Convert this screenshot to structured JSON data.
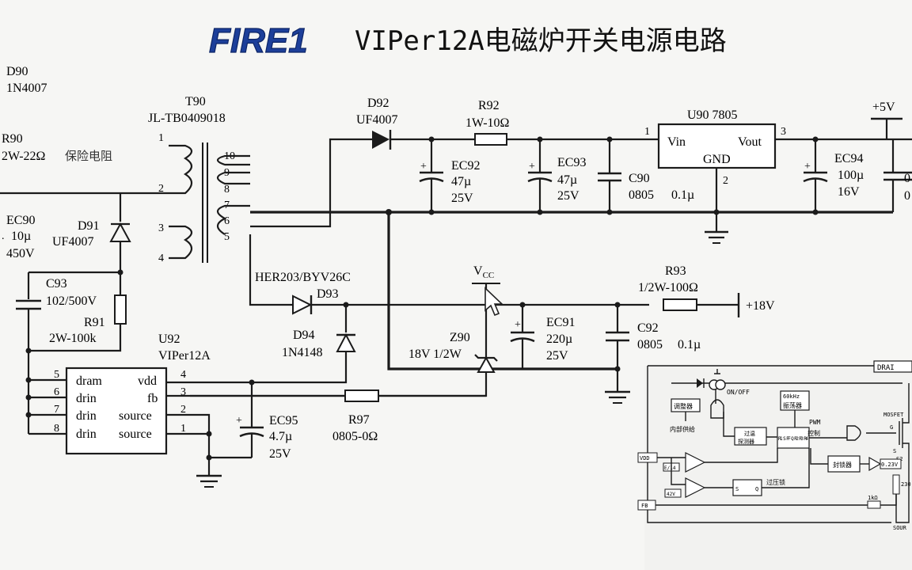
{
  "header": {
    "logo_text": "FIRE1",
    "title": "VIPer12A电磁炉开关电源电路"
  },
  "components": {
    "d90": {
      "ref": "D90",
      "part": "1N4007"
    },
    "r90": {
      "ref": "R90",
      "value": "2W-22Ω",
      "note": "保险电阻"
    },
    "ec90": {
      "ref": "EC90",
      "cap": "10µ",
      "volt": "450V"
    },
    "t90": {
      "ref": "T90",
      "part": "JL-TB0409018",
      "pins": [
        "1",
        "2",
        "3",
        "4",
        "10",
        "9",
        "8",
        "7",
        "6",
        "5"
      ]
    },
    "d91": {
      "ref": "D91",
      "part": "UF4007"
    },
    "c93": {
      "ref": "C93",
      "value": "102/500V"
    },
    "r91": {
      "ref": "R91",
      "value": "2W-100k"
    },
    "u92": {
      "ref": "U92",
      "part": "VIPer12A",
      "left_pins": [
        "5",
        "6",
        "7",
        "8"
      ],
      "left_names": [
        "dram",
        "drin",
        "drin",
        "drin"
      ],
      "right_pins": [
        "4",
        "3",
        "2",
        "1"
      ],
      "right_names": [
        "vdd",
        "fb",
        "source",
        "source"
      ]
    },
    "d92": {
      "ref": "D92",
      "part": "UF4007"
    },
    "r92": {
      "ref": "R92",
      "value": "1W-10Ω"
    },
    "ec92": {
      "ref": "EC92",
      "cap": "47µ",
      "volt": "25V"
    },
    "ec93": {
      "ref": "EC93",
      "cap": "47µ",
      "volt": "25V"
    },
    "c90": {
      "ref": "C90",
      "pkg": "0805",
      "cap": "0.1µ"
    },
    "u90": {
      "ref": "U90 7805",
      "vin": "Vin",
      "vout": "Vout",
      "gnd": "GND",
      "pin1": "1",
      "pin2": "2",
      "pin3": "3"
    },
    "ec94": {
      "ref": "EC94",
      "cap": "100µ",
      "volt": "16V"
    },
    "rail_5v": "+5V",
    "d93": {
      "ref": "D93",
      "part": "HER203/BYV26C"
    },
    "d94": {
      "ref": "D94",
      "part": "1N4148"
    },
    "vcc": {
      "base": "V",
      "sub": "CC"
    },
    "z90": {
      "ref": "Z90",
      "value": "18V 1/2W"
    },
    "ec91": {
      "ref": "EC91",
      "cap": "220µ",
      "volt": "25V"
    },
    "c92": {
      "ref": "C92",
      "pkg": "0805",
      "cap": "0.1µ"
    },
    "r93": {
      "ref": "R93",
      "value": "1/2W-100Ω"
    },
    "rail_18v": "+18V",
    "ec95": {
      "ref": "EC95",
      "cap": "4.7µ",
      "volt": "25V"
    },
    "r97": {
      "ref": "R97",
      "value": "0805-0Ω"
    }
  },
  "inset": {
    "drain": "DRAI",
    "onoff": "ON/OFF",
    "regulator": "调整器",
    "internal_supply": "内部供给",
    "osc_freq": "60kHz",
    "oscillator": "振荡器",
    "pwm": "PWM",
    "control": "控制",
    "overtemp": "过温",
    "detect": "探测器",
    "latch_text": "R1 S FF Q R2 R3 R4",
    "mosfet": "MOSFET",
    "blanking": "封锁器",
    "overvolt_latch": "过压锁",
    "vdd": "VDD",
    "fb": "FB",
    "ref_e14": "E/14",
    "ref_42v": "42V",
    "v023": "0.23V",
    "res_1k": "1kΩ",
    "res_230": "230",
    "latch_s": "S",
    "latch_q": "Q",
    "gate_g": "G",
    "source_s": "S",
    "source_s2": "S2",
    "label_source_cut": "SOUR"
  }
}
